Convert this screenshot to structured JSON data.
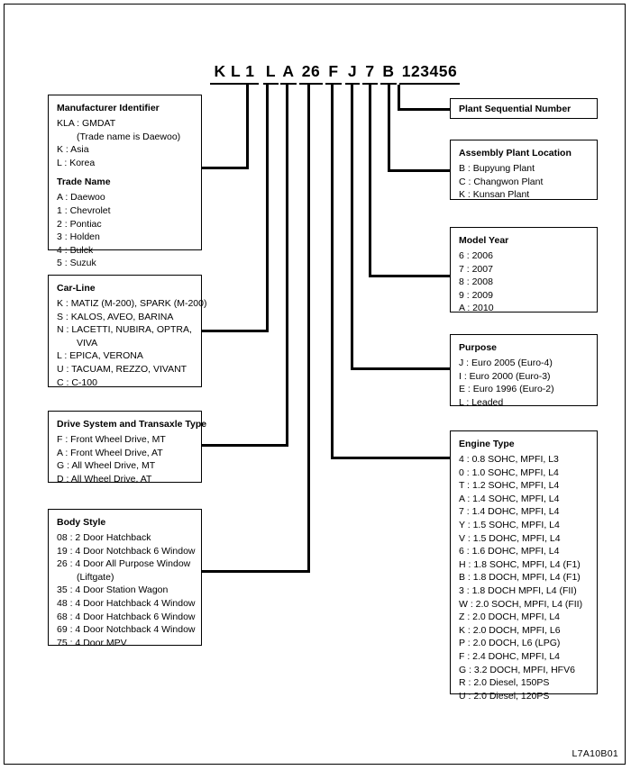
{
  "vin": {
    "segments": [
      {
        "id": "wmi",
        "text": "K L 1"
      },
      {
        "id": "trade",
        "text": "L"
      },
      {
        "id": "carline",
        "text": "A"
      },
      {
        "id": "bodystyle",
        "text": "26"
      },
      {
        "id": "drive",
        "text": "F"
      },
      {
        "id": "purpose",
        "text": "J"
      },
      {
        "id": "modelyear",
        "text": "7"
      },
      {
        "id": "plant",
        "text": "B"
      },
      {
        "id": "sequential",
        "text": "123456"
      }
    ]
  },
  "boxes": {
    "manufacturer": {
      "title": "Manufacturer Identifier",
      "rows": [
        "KLA : GMDAT",
        "(Trade name is Daewoo)",
        "K : Asia",
        "L : Korea"
      ],
      "subtitle": "Trade Name",
      "subrows": [
        "A : Daewoo",
        "1 : Chevrolet",
        "2 : Pontiac",
        "3 : Holden",
        "4 : Bulck",
        "5 : Suzuk"
      ]
    },
    "carline": {
      "title": "Car-Line",
      "rows": [
        "K : MATIZ (M-200), SPARK (M-200)",
        "S : KALOS, AVEO, BARINA",
        "N : LACETTI, NUBIRA, OPTRA,",
        "VIVA",
        "L : EPICA, VERONA",
        "U : TACUAM, REZZO, VIVANT",
        "C : C-100"
      ]
    },
    "drive": {
      "title": "Drive System and Transaxle Type",
      "rows": [
        "F : Front Wheel Drive, MT",
        "A : Front Wheel Drive, AT",
        "G : All Wheel Drive, MT",
        "D : All Wheel Drive, AT"
      ]
    },
    "bodystyle": {
      "title": "Body Style",
      "rows": [
        "08 : 2 Door Hatchback",
        "19 : 4 Door Notchback 6 Window",
        "26 : 4 Door All Purpose Window",
        "(Liftgate)",
        "35 : 4 Door Station Wagon",
        "48 : 4 Door Hatchback 4 Window",
        "68 : 4 Door Hatchback 6 Window",
        "69 : 4 Door Notchback 4 Window",
        "75 : 4 Door MPV"
      ]
    },
    "sequential": {
      "title": "Plant Sequential Number",
      "rows": []
    },
    "plant": {
      "title": "Assembly Plant Location",
      "rows": [
        "B : Bupyung Plant",
        "C : Changwon Plant",
        "K : Kunsan Plant"
      ]
    },
    "modelyear": {
      "title": "Model Year",
      "rows": [
        "6 : 2006",
        "7 : 2007",
        "8 : 2008",
        "9 : 2009",
        "A : 2010"
      ]
    },
    "purpose": {
      "title": "Purpose",
      "rows": [
        "J : Euro 2005 (Euro-4)",
        "I : Euro 2000 (Euro-3)",
        "E : Euro 1996 (Euro-2)",
        "L : Leaded"
      ]
    },
    "engine": {
      "title": "Engine Type",
      "rows": [
        "4 : 0.8 SOHC, MPFI, L3",
        "0 : 1.0 SOHC, MPFI, L4",
        "T : 1.2 SOHC, MPFI, L4",
        "A : 1.4 SOHC, MPFI, L4",
        "7 : 1.4 DOHC, MPFI, L4",
        "Y : 1.5 SOHC, MPFI, L4",
        "V : 1.5 DOHC, MPFI, L4",
        "6 : 1.6 DOHC, MPFI, L4",
        "H : 1.8 SOHC, MPFI, L4 (F1)",
        "B : 1.8 DOCH, MPFI, L4 (F1)",
        "3 : 1.8 DOCH MPFI, L4 (FII)",
        "W : 2.0 SOCH, MPFI, L4 (FII)",
        "Z : 2.0 DOCH, MPFI, L4",
        "K : 2.0 DOCH, MPFI, L6",
        "P : 2.0 DOCH, L6 (LPG)",
        "F : 2.4 DOHC, MPFI, L4",
        "G : 3.2 DOCH, MPFI, HFV6",
        "R : 2.0 Diesel, 150PS",
        "U : 2.0 Diesel, 120PS"
      ]
    }
  },
  "footer": {
    "code": "L7A10B01"
  }
}
